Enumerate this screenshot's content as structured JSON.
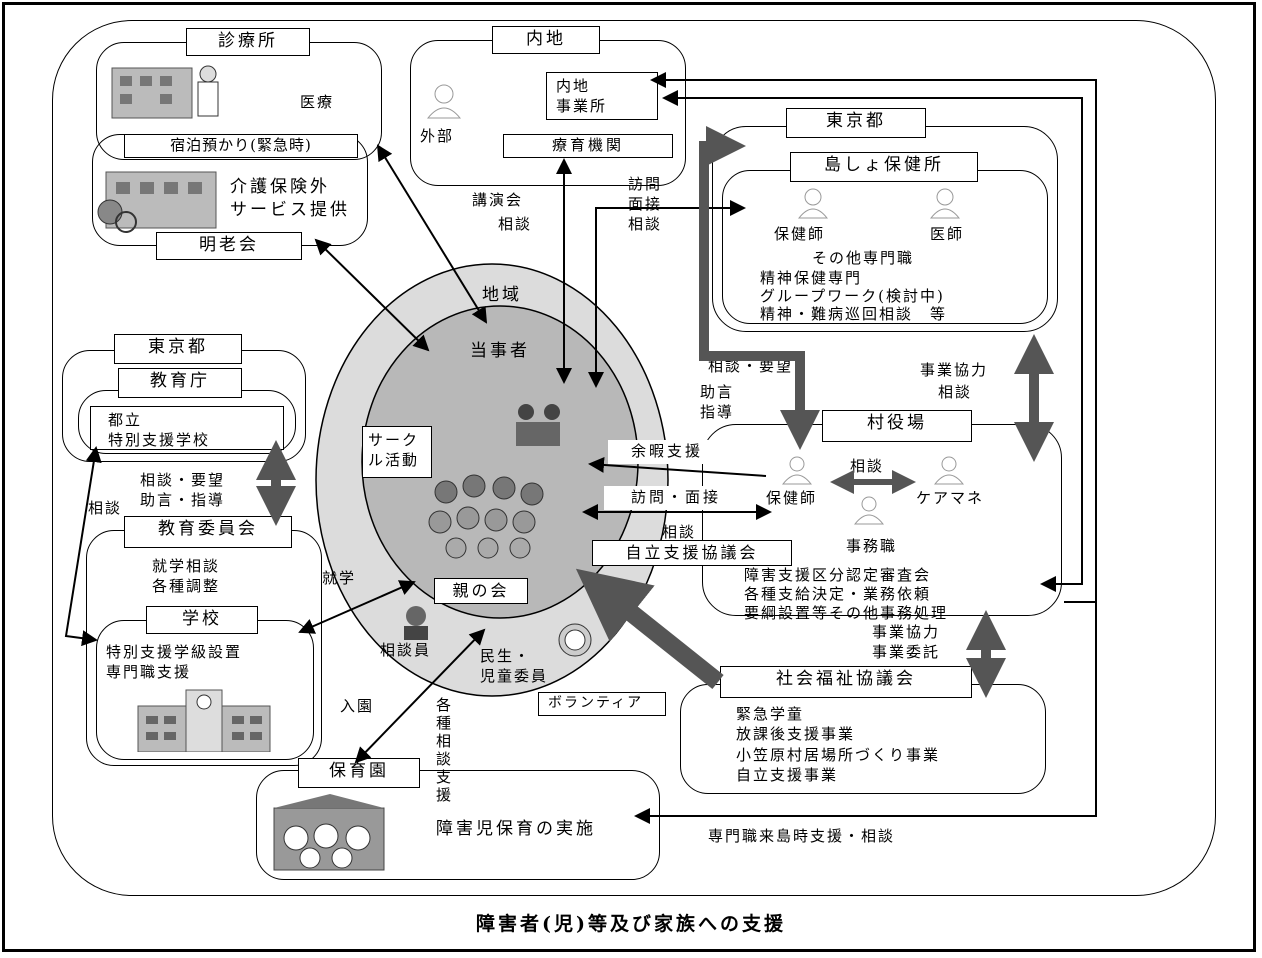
{
  "caption": "障害者(児)等及び家族への支援",
  "center": {
    "community": "地域",
    "person": "当事者",
    "circle_activity": "サーク\nル活動",
    "parents_group": "親の会",
    "consultant": "相談員",
    "welfare_commissioner": "民生・\n児童委員",
    "volunteer": "ボランティア",
    "self_support_council": "自立支援協議会"
  },
  "clinic": {
    "title": "診療所",
    "medical": "医療",
    "overnight": "宿泊預かり(緊急時)",
    "care_service": "介護保険外\nサービス提供",
    "meirokai": "明老会"
  },
  "mainland": {
    "title": "内地",
    "office": "内地\n事業所",
    "outside": "外部",
    "therapy": "療育機関"
  },
  "tokyo_right": {
    "title": "東京都",
    "health_center": "島しょ保健所",
    "nurse": "保健師",
    "doctor": "医師",
    "other_staff": "その他専門職",
    "mental_health": "精神保健専門",
    "group_work": "グループワーク(検討中)",
    "tour_consult": "精神・難病巡回相談　等"
  },
  "village": {
    "title": "村役場",
    "nurse": "保健師",
    "consult": "相談",
    "care_manager": "ケアマネ",
    "clerk": "事務職",
    "duties": "障害支援区分認定審査会\n各種支給決定・業務依頼\n要綱設置等その他事務処理"
  },
  "welfare_council": {
    "title": "社会福祉協議会",
    "services": "緊急学童\n放課後支援事業\n小笠原村居場所づくり事業\n自立支援事業"
  },
  "tokyo_left": {
    "title": "東京都",
    "education_office": "教育庁",
    "special_school": "都立\n特別支援学校"
  },
  "board": {
    "title": "教育委員会",
    "duties": "就学相談\n各種調整",
    "school": "学校",
    "school_duties": "特別支援学級設置\n専門職支援"
  },
  "nursery": {
    "title": "保育園",
    "duties": "障害児保育の実施"
  },
  "flows": {
    "lecture": "講演会",
    "consult1": "相談",
    "visit": "訪問",
    "interview": "面接",
    "consult2": "相談",
    "consult_request": "相談・要望",
    "advice": "助言",
    "guidance": "指導",
    "cooperation": "事業協力",
    "consult3": "相談",
    "leisure": "余暇支援",
    "visit_interview": "訪問・面接",
    "consult4": "相談",
    "coop2": "事業協力",
    "outsource": "事業委託",
    "left_consult": "相談",
    "left_request": "相談・要望\n助言・指導",
    "enrollment": "就学",
    "kindergarten": "入園",
    "various": "各\n種\n相\n談\n支\n援",
    "specialist": "専門職来島時支援・相談"
  }
}
